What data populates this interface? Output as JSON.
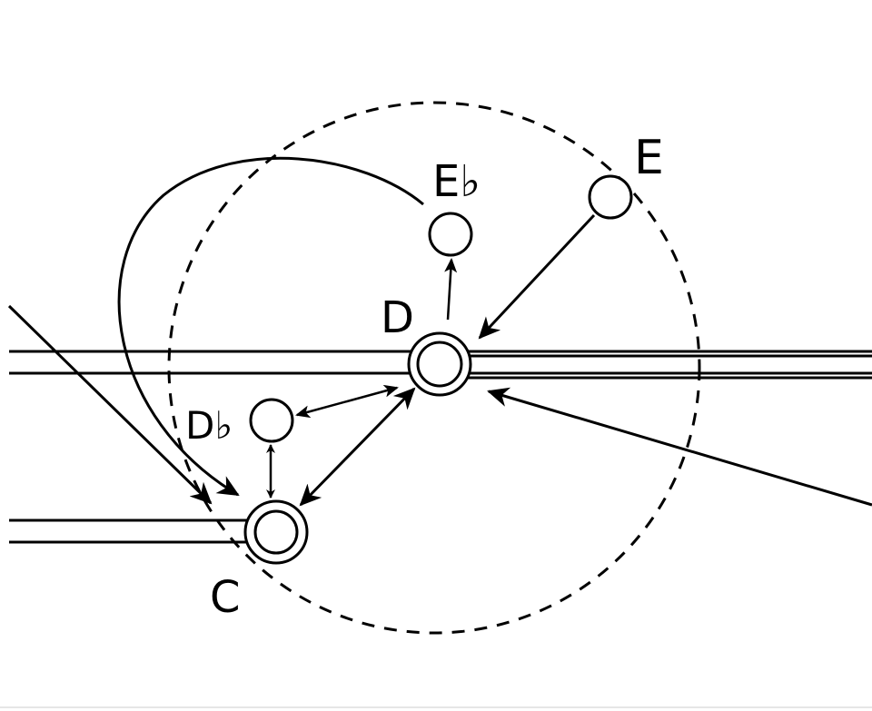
{
  "diagram": {
    "labels": {
      "c": "C",
      "d_flat": "D♭",
      "d": "D",
      "e_flat": "E♭",
      "e": "E"
    }
  },
  "colors": {
    "stroke": "#000000",
    "background": "#ffffff"
  }
}
